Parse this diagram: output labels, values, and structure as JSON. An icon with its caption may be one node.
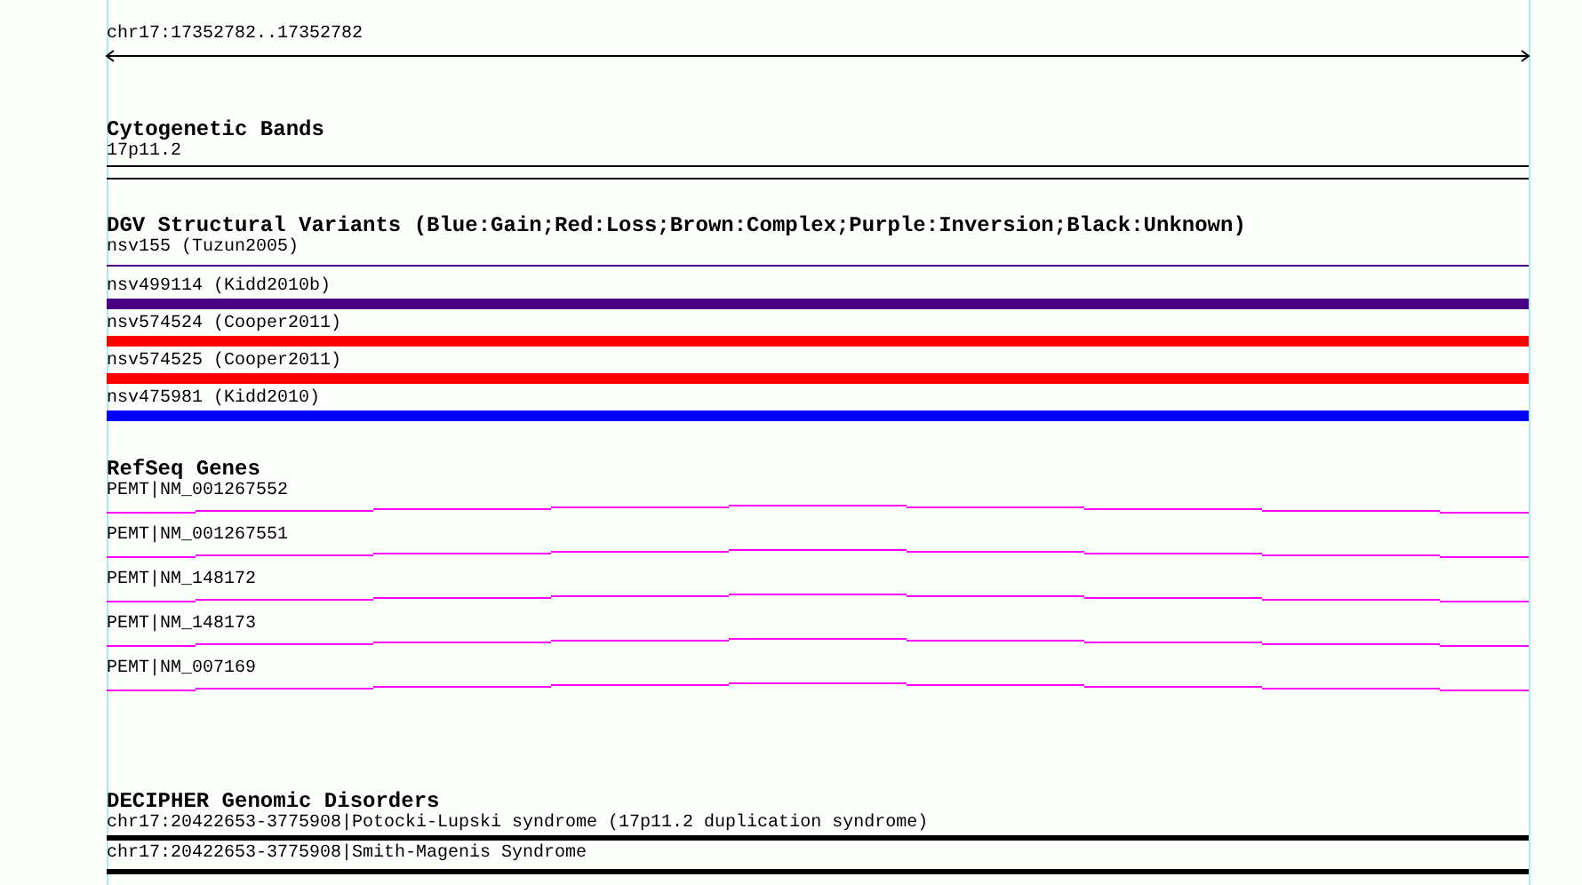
{
  "diagram": {
    "labels": [
      "chr17:17352782..17352782",
      "Cytogenetic Bands",
      "17p11.2",
      "DGV Structural Variants (Blue:Gain;Red:Loss;Brown:Complex;Purple:Inversion;Black:Unknown)",
      "nsv155 (Tuzun2005)",
      "nsv499114 (Kidd2010b)",
      "nsv574524 (Cooper2011)",
      "nsv574525 (Cooper2011)",
      "nsv475981 (Kidd2010)",
      "RefSeq Genes",
      "PEMT|NM_001267552",
      "PEMT|NM_001267551",
      "PEMT|NM_148172",
      "PEMT|NM_148173",
      "PEMT|NM_007169",
      "DECIPHER Genomic Disorders",
      "chr17:20422653-3775908|Potocki-Lupski syndrome (17p11.2 duplication syndrome)",
      "chr17:20422653-3775908|Smith-Magenis Syndrome"
    ]
  }
}
